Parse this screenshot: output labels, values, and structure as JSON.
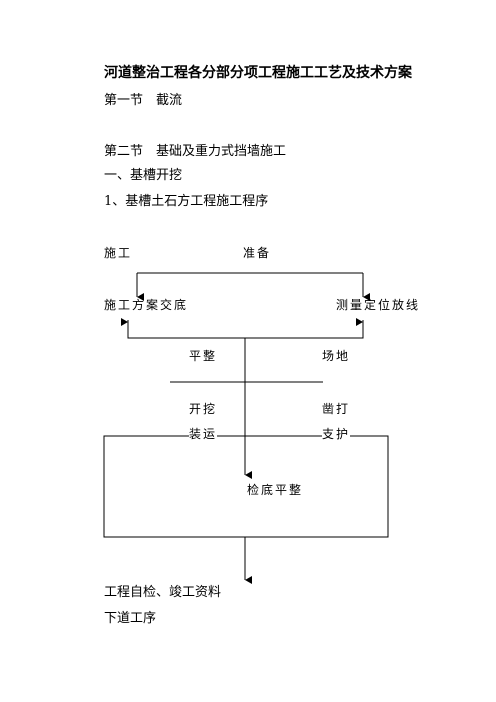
{
  "document": {
    "title": "河道整治工程各分部分项工程施工工艺及技术方案",
    "section1": "第一节　截流",
    "section2": "第二节　基础及重力式挡墙施工",
    "heading1": "一、基槽开挖",
    "heading2": "1、基槽土石方工程施工程序"
  },
  "flowchart": {
    "prep_left": "施工",
    "prep_right": "准备",
    "plan_brief": "施工方案交底",
    "survey": "测量定位放线",
    "level_left": "平整",
    "level_right": "场地",
    "dig_left": "开挖",
    "dig_right": "凿打",
    "load_left": "装运",
    "load_right": "支护",
    "bottom_check": "检底平整",
    "self_check": "工程自检、竣工资料",
    "next_step": "下道工序"
  }
}
